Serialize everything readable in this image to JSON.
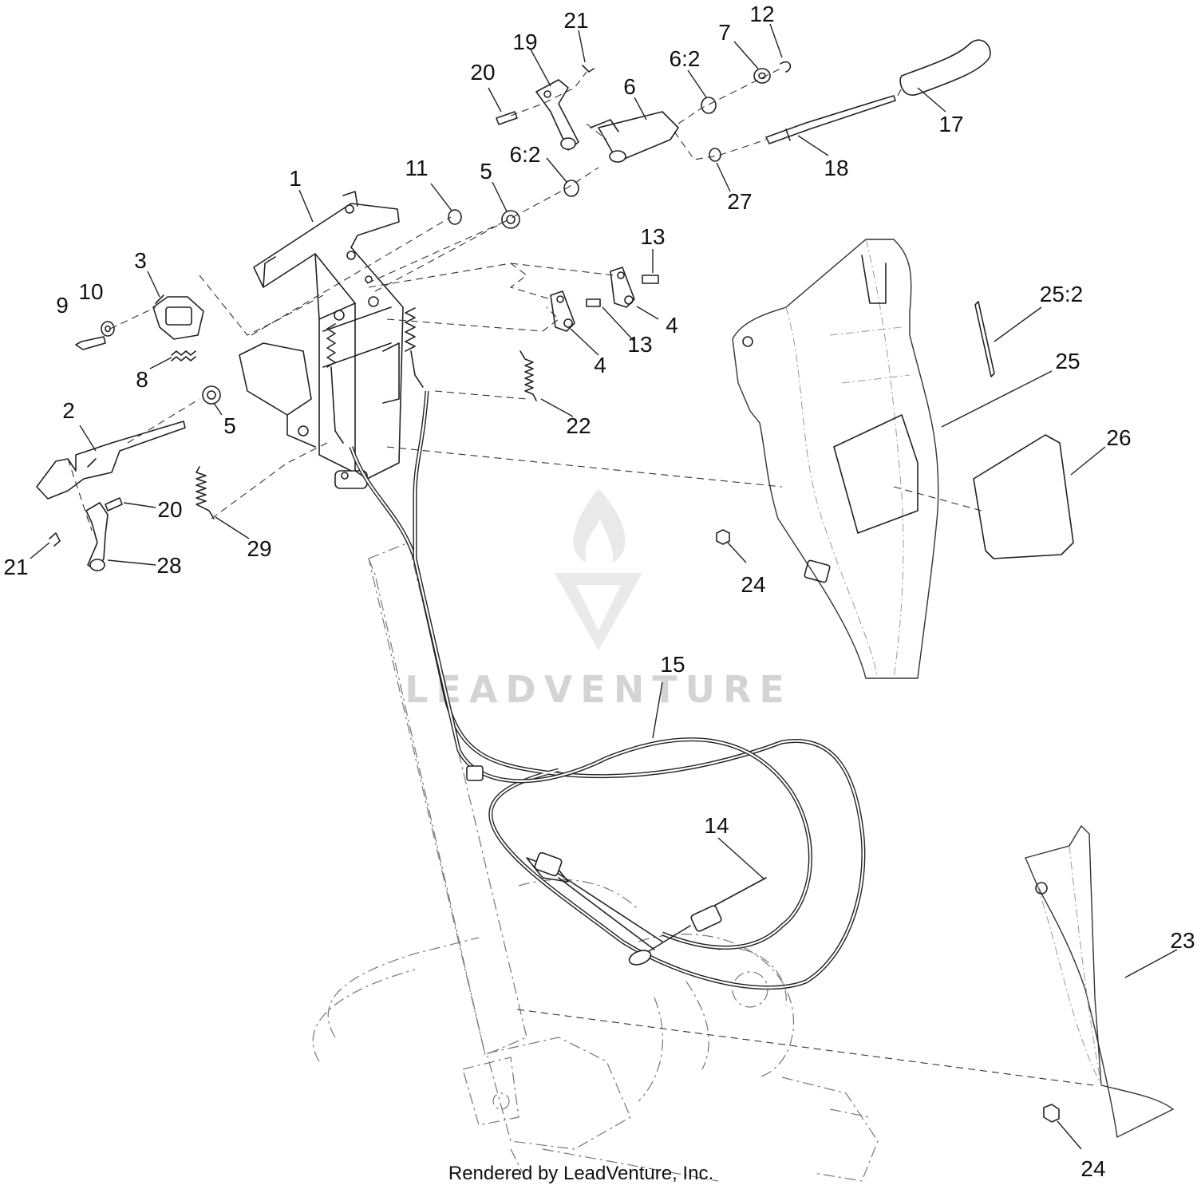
{
  "callouts": [
    {
      "id": "c1",
      "text": "1"
    },
    {
      "id": "c2",
      "text": "2"
    },
    {
      "id": "c3",
      "text": "3"
    },
    {
      "id": "c4a",
      "text": "4"
    },
    {
      "id": "c4b",
      "text": "4"
    },
    {
      "id": "c5a",
      "text": "5"
    },
    {
      "id": "c5b",
      "text": "5"
    },
    {
      "id": "c6",
      "text": "6"
    },
    {
      "id": "c6-2a",
      "text": "6:2"
    },
    {
      "id": "c6-2b",
      "text": "6:2"
    },
    {
      "id": "c7",
      "text": "7"
    },
    {
      "id": "c8",
      "text": "8"
    },
    {
      "id": "c9",
      "text": "9"
    },
    {
      "id": "c10",
      "text": "10"
    },
    {
      "id": "c11",
      "text": "11"
    },
    {
      "id": "c12",
      "text": "12"
    },
    {
      "id": "c13a",
      "text": "13"
    },
    {
      "id": "c13b",
      "text": "13"
    },
    {
      "id": "c14",
      "text": "14"
    },
    {
      "id": "c15",
      "text": "15"
    },
    {
      "id": "c17",
      "text": "17"
    },
    {
      "id": "c18",
      "text": "18"
    },
    {
      "id": "c19",
      "text": "19"
    },
    {
      "id": "c20a",
      "text": "20"
    },
    {
      "id": "c20b",
      "text": "20"
    },
    {
      "id": "c21a",
      "text": "21"
    },
    {
      "id": "c21b",
      "text": "21"
    },
    {
      "id": "c22",
      "text": "22"
    },
    {
      "id": "c23",
      "text": "23"
    },
    {
      "id": "c24a",
      "text": "24"
    },
    {
      "id": "c24b",
      "text": "24"
    },
    {
      "id": "c25",
      "text": "25"
    },
    {
      "id": "c25-2",
      "text": "25:2"
    },
    {
      "id": "c26",
      "text": "26"
    },
    {
      "id": "c27",
      "text": "27"
    },
    {
      "id": "c28",
      "text": "28"
    },
    {
      "id": "c29",
      "text": "29"
    }
  ],
  "watermark": "LEADVENTURE",
  "credit": "Rendered by LeadVenture, Inc."
}
